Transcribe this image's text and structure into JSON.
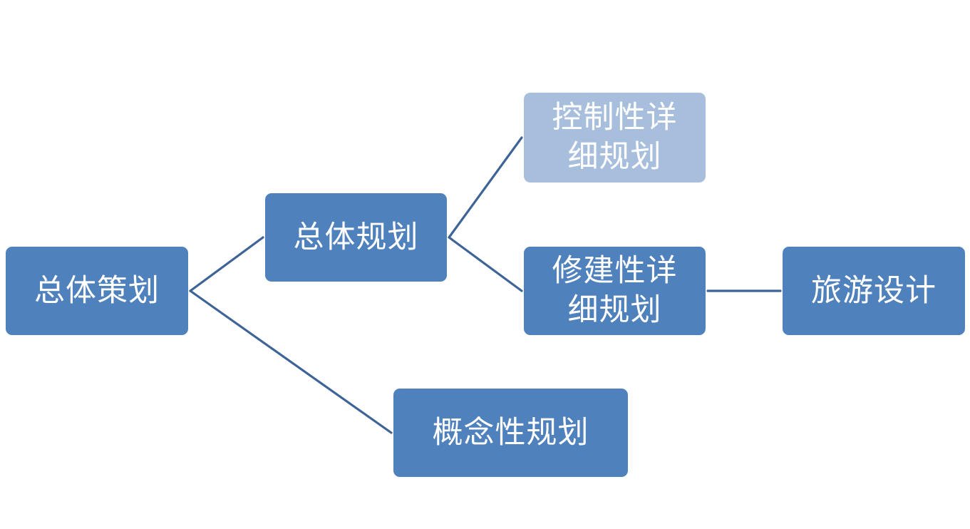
{
  "diagram": {
    "nodes": {
      "root": "总体策划",
      "master_plan": "总体规划",
      "control_plan": "控制性详\n细规划",
      "construction_plan": "修建性详\n细规划",
      "tourism_design": "旅游设计",
      "concept_plan": "概念性规划"
    },
    "edges": [
      [
        "root",
        "master_plan"
      ],
      [
        "root",
        "concept_plan"
      ],
      [
        "master_plan",
        "control_plan"
      ],
      [
        "master_plan",
        "construction_plan"
      ],
      [
        "construction_plan",
        "tourism_design"
      ]
    ],
    "colors": {
      "node_fill": "#4f81bd",
      "node_fill_light": "#a7bfdd",
      "connector": "#3e6497",
      "text": "#ffffff"
    }
  }
}
